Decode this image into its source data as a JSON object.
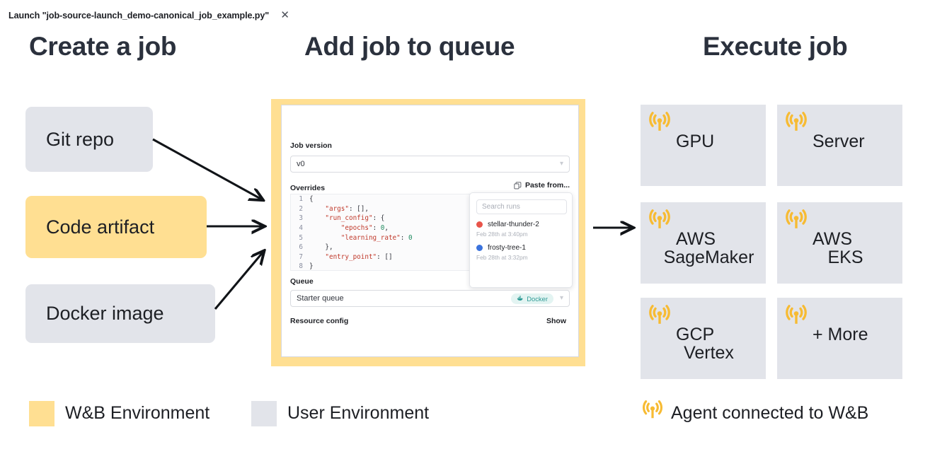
{
  "headings": {
    "create": "Create a job",
    "add": "Add job to queue",
    "execute": "Execute job"
  },
  "sources": [
    {
      "label": "Git repo",
      "env": "user"
    },
    {
      "label": "Code artifact",
      "env": "wandb"
    },
    {
      "label": "Docker image",
      "env": "user"
    }
  ],
  "launch_modal": {
    "title": "Launch \"job-source-launch_demo-canonical_job_example.py\"",
    "close_icon": "close-icon",
    "job_version": {
      "label": "Job version",
      "value": "v0",
      "chevron": "chevron-down-icon"
    },
    "overrides": {
      "label": "Overrides",
      "paste_label": "Paste from...",
      "paste_icon": "copy-icon",
      "code_lines": [
        {
          "n": "1",
          "segments": [
            {
              "t": "{",
              "c": "pun"
            }
          ]
        },
        {
          "n": "2",
          "segments": [
            {
              "t": "    ",
              "c": "pun"
            },
            {
              "t": "\"args\"",
              "c": "key"
            },
            {
              "t": ": [],",
              "c": "pun"
            }
          ]
        },
        {
          "n": "3",
          "segments": [
            {
              "t": "    ",
              "c": "pun"
            },
            {
              "t": "\"run_config\"",
              "c": "key"
            },
            {
              "t": ": {",
              "c": "pun"
            }
          ]
        },
        {
          "n": "4",
          "segments": [
            {
              "t": "        ",
              "c": "pun"
            },
            {
              "t": "\"epochs\"",
              "c": "key"
            },
            {
              "t": ": ",
              "c": "pun"
            },
            {
              "t": "0",
              "c": "num"
            },
            {
              "t": ",",
              "c": "pun"
            }
          ]
        },
        {
          "n": "5",
          "segments": [
            {
              "t": "        ",
              "c": "pun"
            },
            {
              "t": "\"learning_rate\"",
              "c": "key"
            },
            {
              "t": ": ",
              "c": "pun"
            },
            {
              "t": "0",
              "c": "num"
            }
          ]
        },
        {
          "n": "6",
          "segments": [
            {
              "t": "    },",
              "c": "pun"
            }
          ]
        },
        {
          "n": "7",
          "segments": [
            {
              "t": "    ",
              "c": "pun"
            },
            {
              "t": "\"entry_point\"",
              "c": "key"
            },
            {
              "t": ": []",
              "c": "pun"
            }
          ]
        },
        {
          "n": "8",
          "segments": [
            {
              "t": "}",
              "c": "pun"
            }
          ]
        }
      ]
    },
    "runs_popover": {
      "search_placeholder": "Search runs",
      "runs": [
        {
          "name": "stellar-thunder-2",
          "time": "Feb 28th at 3:40pm",
          "color": "#e8544a"
        },
        {
          "name": "frosty-tree-1",
          "time": "Feb 28th at 3:32pm",
          "color": "#3b73dd"
        }
      ]
    },
    "queue": {
      "label": "Queue",
      "value": "Starter queue",
      "badge": "Docker",
      "badge_icon": "docker-whale-icon",
      "chevron": "chevron-down-icon"
    },
    "resource_config": {
      "label": "Resource config",
      "show": "Show"
    }
  },
  "execute_cards": [
    {
      "line1": "GPU",
      "line2": ""
    },
    {
      "line1": "Server",
      "line2": ""
    },
    {
      "line1": "AWS",
      "line2": "SageMaker"
    },
    {
      "line1": "AWS",
      "line2": "EKS"
    },
    {
      "line1": "GCP",
      "line2": "Vertex"
    },
    {
      "line1": "+ More",
      "line2": ""
    }
  ],
  "legend": {
    "wandb": "W&B Environment",
    "user": "User Environment",
    "agent": "Agent connected to W&B"
  },
  "colors": {
    "wandb_yellow": "#ffdf92",
    "user_gray": "#e2e4ea",
    "agent_icon": "#f7bb33",
    "heading": "#2b313d",
    "docker_teal": "#2f9b96"
  }
}
